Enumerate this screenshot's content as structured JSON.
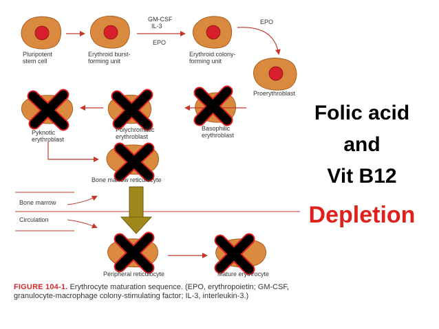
{
  "diagram": {
    "stages": {
      "pluripotent": "Pluripotent stem cell",
      "bfu": "Erythroid burst-forming unit",
      "cfu": "Erythroid colony-forming unit",
      "proerythroblast": "Proerythroblast",
      "basophilic": "Basophilic erythroblast",
      "polychromatic": "Polychromatic erythroblast",
      "pyknotic": "Pyknotic erythroblast",
      "bm_reticulocyte": "Bone marrow reticulocyte",
      "peripheral_reticulocyte": "Peripheral reticulocyte",
      "mature": "Mature erythrocyte"
    },
    "labels": {
      "bfu_factors_line1": "GM-CSF",
      "bfu_factors_line2": "IL-3",
      "bfu_factors_line3": "EPO",
      "cfu_factor": "EPO",
      "bone_marrow": "Bone marrow",
      "circulation": "Circulation"
    },
    "colors": {
      "cell_fill": "#d98a3f",
      "cell_stroke": "#a85f22",
      "nucleus": "#d61f2b",
      "arrow": "#c0392b",
      "down_arrow": "#a0891a",
      "cross": "#000000",
      "cross_outline": "#e02020",
      "depletion": "#e0201b"
    }
  },
  "side_text": {
    "line1": "Folic acid",
    "line2": "and",
    "line3": "Vit B12",
    "line4": "Depletion"
  },
  "caption": {
    "label": "FIGURE 104-1.",
    "text": "Erythrocyte maturation sequence. (EPO, erythropoietin; GM-CSF, granulocyte-macrophage colony-stimulating factor; IL-3, interleukin-3.)"
  }
}
